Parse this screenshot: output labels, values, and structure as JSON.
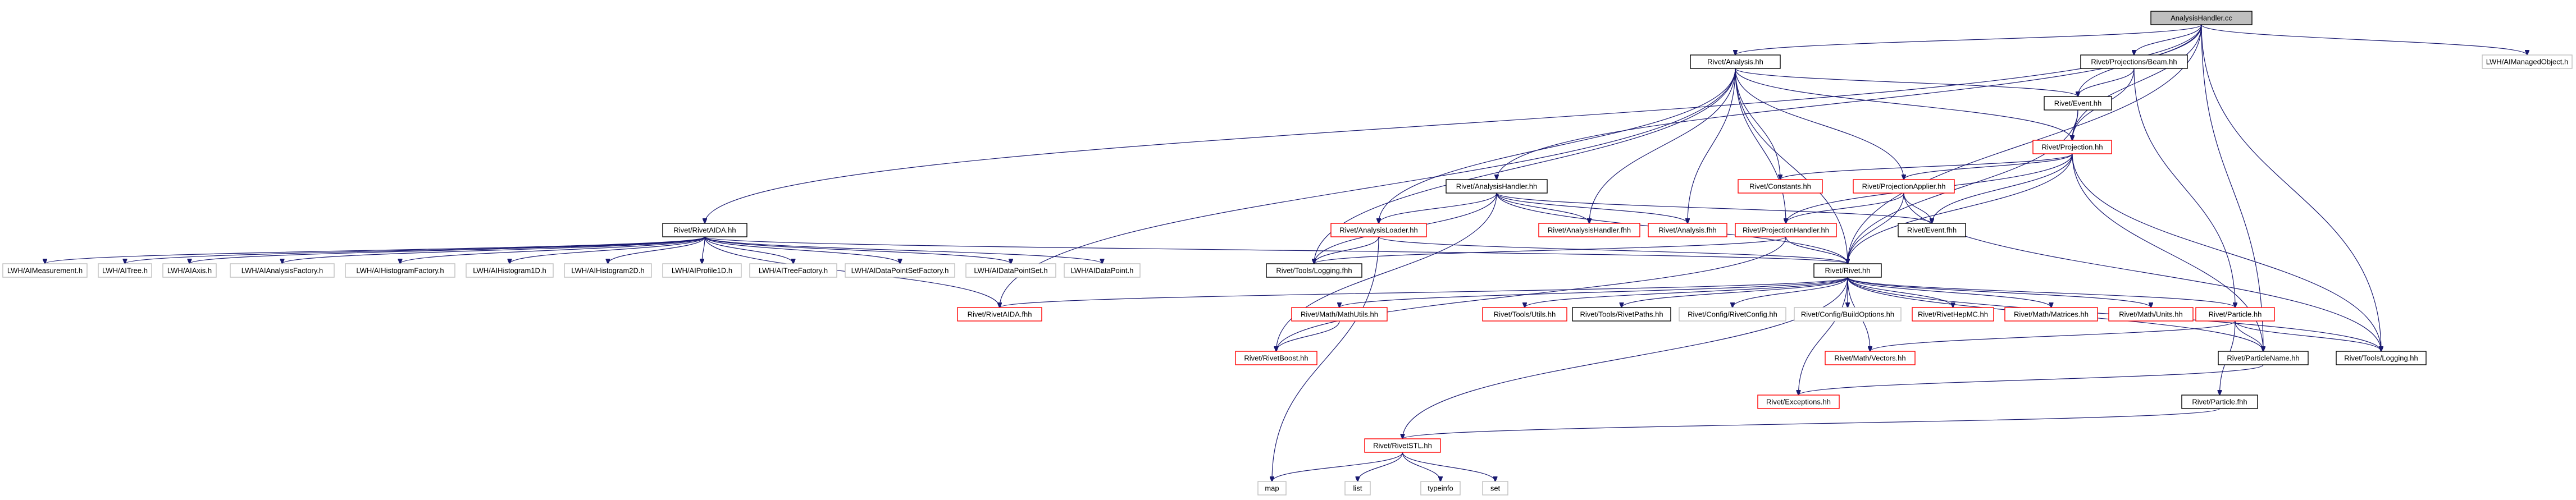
{
  "diagram": {
    "title": "AnalysisHandler.cc",
    "colors": {
      "edge": "#191970",
      "root_fill": "#bfbfbf",
      "root_stroke": "#000000",
      "documented_stroke": "#000000",
      "truncated_stroke": "#ff0000",
      "external_stroke": "#bfbfbf",
      "node_fill": "#ffffff"
    },
    "nodes": [
      {
        "id": "root",
        "label": "AnalysisHandler.cc",
        "kind": "root"
      },
      {
        "id": "analysis_hh",
        "label": "Rivet/Analysis.hh",
        "kind": "documented"
      },
      {
        "id": "beam_hh",
        "label": "Rivet/Projections/Beam.hh",
        "kind": "documented"
      },
      {
        "id": "managed_object",
        "label": "LWH/AIManagedObject.h",
        "kind": "external"
      },
      {
        "id": "event_hh",
        "label": "Rivet/Event.hh",
        "kind": "documented"
      },
      {
        "id": "projection_hh",
        "label": "Rivet/Projection.hh",
        "kind": "truncated"
      },
      {
        "id": "constants_hh",
        "label": "Rivet/Constants.hh",
        "kind": "truncated"
      },
      {
        "id": "projapplier_hh",
        "label": "Rivet/ProjectionApplier.hh",
        "kind": "truncated"
      },
      {
        "id": "handler_hh",
        "label": "Rivet/AnalysisHandler.hh",
        "kind": "documented"
      },
      {
        "id": "rivetaida_hh",
        "label": "Rivet/RivetAIDA.hh",
        "kind": "documented"
      },
      {
        "id": "loader_hh",
        "label": "Rivet/AnalysisLoader.hh",
        "kind": "truncated"
      },
      {
        "id": "handler_fhh",
        "label": "Rivet/AnalysisHandler.fhh",
        "kind": "truncated"
      },
      {
        "id": "analysis_fhh",
        "label": "Rivet/Analysis.fhh",
        "kind": "truncated"
      },
      {
        "id": "projhandler_hh",
        "label": "Rivet/ProjectionHandler.hh",
        "kind": "truncated"
      },
      {
        "id": "event_fhh",
        "label": "Rivet/Event.fhh",
        "kind": "documented"
      },
      {
        "id": "tools_logging_fhh",
        "label": "Rivet/Tools/Logging.fhh",
        "kind": "documented"
      },
      {
        "id": "rivet_hh",
        "label": "Rivet/Rivet.hh",
        "kind": "documented"
      },
      {
        "id": "aimeasurement",
        "label": "LWH/AIMeasurement.h",
        "kind": "external"
      },
      {
        "id": "aitree",
        "label": "LWH/AITree.h",
        "kind": "external"
      },
      {
        "id": "aiaxis",
        "label": "LWH/AIAxis.h",
        "kind": "external"
      },
      {
        "id": "aianalysisfactory",
        "label": "LWH/AIAnalysisFactory.h",
        "kind": "external"
      },
      {
        "id": "aihistogramfactory",
        "label": "LWH/AIHistogramFactory.h",
        "kind": "external"
      },
      {
        "id": "aihistogram1d",
        "label": "LWH/AIHistogram1D.h",
        "kind": "external"
      },
      {
        "id": "aihistogram2d",
        "label": "LWH/AIHistogram2D.h",
        "kind": "external"
      },
      {
        "id": "aiprofile1d",
        "label": "LWH/AIProfile1D.h",
        "kind": "external"
      },
      {
        "id": "aitreefactory",
        "label": "LWH/AITreeFactory.h",
        "kind": "external"
      },
      {
        "id": "aidpsfactory",
        "label": "LWH/AIDataPointSetFactory.h",
        "kind": "external"
      },
      {
        "id": "aidps",
        "label": "LWH/AIDataPointSet.h",
        "kind": "external"
      },
      {
        "id": "aidp",
        "label": "LWH/AIDataPoint.h",
        "kind": "external"
      },
      {
        "id": "rivetaida_fhh",
        "label": "Rivet/RivetAIDA.fhh",
        "kind": "truncated"
      },
      {
        "id": "mathutils_hh",
        "label": "Rivet/Math/MathUtils.hh",
        "kind": "truncated"
      },
      {
        "id": "utils_hh",
        "label": "Rivet/Tools/Utils.hh",
        "kind": "truncated"
      },
      {
        "id": "rivetpaths_hh",
        "label": "Rivet/Tools/RivetPaths.hh",
        "kind": "documented"
      },
      {
        "id": "rivetconfig_hh",
        "label": "Rivet/Config/RivetConfig.hh",
        "kind": "external"
      },
      {
        "id": "buildoptions_hh",
        "label": "Rivet/Config/BuildOptions.hh",
        "kind": "external"
      },
      {
        "id": "rivethepmc_hh",
        "label": "Rivet/RivetHepMC.hh",
        "kind": "truncated"
      },
      {
        "id": "matrices_hh",
        "label": "Rivet/Math/Matrices.hh",
        "kind": "truncated"
      },
      {
        "id": "units_hh",
        "label": "Rivet/Math/Units.hh",
        "kind": "truncated"
      },
      {
        "id": "particle_hh",
        "label": "Rivet/Particle.hh",
        "kind": "truncated"
      },
      {
        "id": "rivetboost_hh",
        "label": "Rivet/RivetBoost.hh",
        "kind": "truncated"
      },
      {
        "id": "vectors_hh",
        "label": "Rivet/Math/Vectors.hh",
        "kind": "truncated"
      },
      {
        "id": "particlename_hh",
        "label": "Rivet/ParticleName.hh",
        "kind": "documented"
      },
      {
        "id": "tools_logging_hh",
        "label": "Rivet/Tools/Logging.hh",
        "kind": "documented"
      },
      {
        "id": "exceptions_hh",
        "label": "Rivet/Exceptions.hh",
        "kind": "truncated"
      },
      {
        "id": "particle_fhh",
        "label": "Rivet/Particle.fhh",
        "kind": "documented"
      },
      {
        "id": "rivetstl_hh",
        "label": "Rivet/RivetSTL.hh",
        "kind": "truncated"
      },
      {
        "id": "map",
        "label": "map",
        "kind": "external"
      },
      {
        "id": "list",
        "label": "list",
        "kind": "external"
      },
      {
        "id": "typeinfo",
        "label": "typeinfo",
        "kind": "external"
      },
      {
        "id": "set",
        "label": "set",
        "kind": "external"
      }
    ],
    "edges": [
      [
        "root",
        "analysis_hh"
      ],
      [
        "root",
        "beam_hh"
      ],
      [
        "root",
        "managed_object"
      ],
      [
        "root",
        "event_hh"
      ],
      [
        "root",
        "projection_hh"
      ],
      [
        "root",
        "handler_hh"
      ],
      [
        "root",
        "rivetaida_hh"
      ],
      [
        "root",
        "rivet_hh"
      ],
      [
        "root",
        "particlename_hh"
      ],
      [
        "root",
        "tools_logging_hh"
      ],
      [
        "analysis_hh",
        "event_hh"
      ],
      [
        "analysis_hh",
        "projection_hh"
      ],
      [
        "analysis_hh",
        "constants_hh"
      ],
      [
        "analysis_hh",
        "projapplier_hh"
      ],
      [
        "analysis_hh",
        "loader_hh"
      ],
      [
        "analysis_hh",
        "handler_fhh"
      ],
      [
        "analysis_hh",
        "analysis_fhh"
      ],
      [
        "analysis_hh",
        "projhandler_hh"
      ],
      [
        "analysis_hh",
        "rivet_hh"
      ],
      [
        "analysis_hh",
        "rivetaida_fhh"
      ],
      [
        "analysis_hh",
        "tools_logging_fhh"
      ],
      [
        "beam_hh",
        "event_hh"
      ],
      [
        "beam_hh",
        "projection_hh"
      ],
      [
        "beam_hh",
        "particle_hh"
      ],
      [
        "event_hh",
        "projection_hh"
      ],
      [
        "event_hh",
        "rivet_hh"
      ],
      [
        "projection_hh",
        "constants_hh"
      ],
      [
        "projection_hh",
        "projapplier_hh"
      ],
      [
        "projection_hh",
        "projhandler_hh"
      ],
      [
        "projection_hh",
        "event_fhh"
      ],
      [
        "projection_hh",
        "rivet_hh"
      ],
      [
        "projection_hh",
        "particlename_hh"
      ],
      [
        "projection_hh",
        "tools_logging_hh"
      ],
      [
        "projapplier_hh",
        "projhandler_hh"
      ],
      [
        "projapplier_hh",
        "event_fhh"
      ],
      [
        "projapplier_hh",
        "rivet_hh"
      ],
      [
        "projapplier_hh",
        "tools_logging_hh"
      ],
      [
        "handler_hh",
        "loader_hh"
      ],
      [
        "handler_hh",
        "handler_fhh"
      ],
      [
        "handler_hh",
        "analysis_fhh"
      ],
      [
        "handler_hh",
        "event_fhh"
      ],
      [
        "handler_hh",
        "tools_logging_fhh"
      ],
      [
        "handler_hh",
        "rivet_hh"
      ],
      [
        "handler_hh",
        "rivetboost_hh"
      ],
      [
        "rivetaida_hh",
        "aimeasurement"
      ],
      [
        "rivetaida_hh",
        "aitree"
      ],
      [
        "rivetaida_hh",
        "aiaxis"
      ],
      [
        "rivetaida_hh",
        "aianalysisfactory"
      ],
      [
        "rivetaida_hh",
        "aihistogramfactory"
      ],
      [
        "rivetaida_hh",
        "aihistogram1d"
      ],
      [
        "rivetaida_hh",
        "aihistogram2d"
      ],
      [
        "rivetaida_hh",
        "aiprofile1d"
      ],
      [
        "rivetaida_hh",
        "aitreefactory"
      ],
      [
        "rivetaida_hh",
        "aidpsfactory"
      ],
      [
        "rivetaida_hh",
        "aidps"
      ],
      [
        "rivetaida_hh",
        "aidp"
      ],
      [
        "rivetaida_hh",
        "rivetaida_fhh"
      ],
      [
        "rivetaida_hh",
        "rivet_hh"
      ],
      [
        "loader_hh",
        "rivet_hh"
      ],
      [
        "loader_hh",
        "tools_logging_fhh"
      ],
      [
        "loader_hh",
        "map"
      ],
      [
        "projhandler_hh",
        "rivet_hh"
      ],
      [
        "projhandler_hh",
        "tools_logging_fhh"
      ],
      [
        "projhandler_hh",
        "rivetboost_hh"
      ],
      [
        "rivet_hh",
        "rivetaida_fhh"
      ],
      [
        "rivet_hh",
        "mathutils_hh"
      ],
      [
        "rivet_hh",
        "utils_hh"
      ],
      [
        "rivet_hh",
        "rivetpaths_hh"
      ],
      [
        "rivet_hh",
        "rivetconfig_hh"
      ],
      [
        "rivet_hh",
        "buildoptions_hh"
      ],
      [
        "rivet_hh",
        "rivethepmc_hh"
      ],
      [
        "rivet_hh",
        "matrices_hh"
      ],
      [
        "rivet_hh",
        "units_hh"
      ],
      [
        "rivet_hh",
        "particle_hh"
      ],
      [
        "rivet_hh",
        "vectors_hh"
      ],
      [
        "rivet_hh",
        "particlename_hh"
      ],
      [
        "rivet_hh",
        "tools_logging_hh"
      ],
      [
        "rivet_hh",
        "exceptions_hh"
      ],
      [
        "rivet_hh",
        "rivetstl_hh"
      ],
      [
        "mathutils_hh",
        "rivetboost_hh"
      ],
      [
        "particle_hh",
        "vectors_hh"
      ],
      [
        "particle_hh",
        "particlename_hh"
      ],
      [
        "particle_hh",
        "tools_logging_hh"
      ],
      [
        "particle_hh",
        "particle_fhh"
      ],
      [
        "particlename_hh",
        "exceptions_hh"
      ],
      [
        "particle_fhh",
        "rivetstl_hh"
      ],
      [
        "rivetstl_hh",
        "map"
      ],
      [
        "rivetstl_hh",
        "list"
      ],
      [
        "rivetstl_hh",
        "typeinfo"
      ],
      [
        "rivetstl_hh",
        "set"
      ]
    ]
  }
}
